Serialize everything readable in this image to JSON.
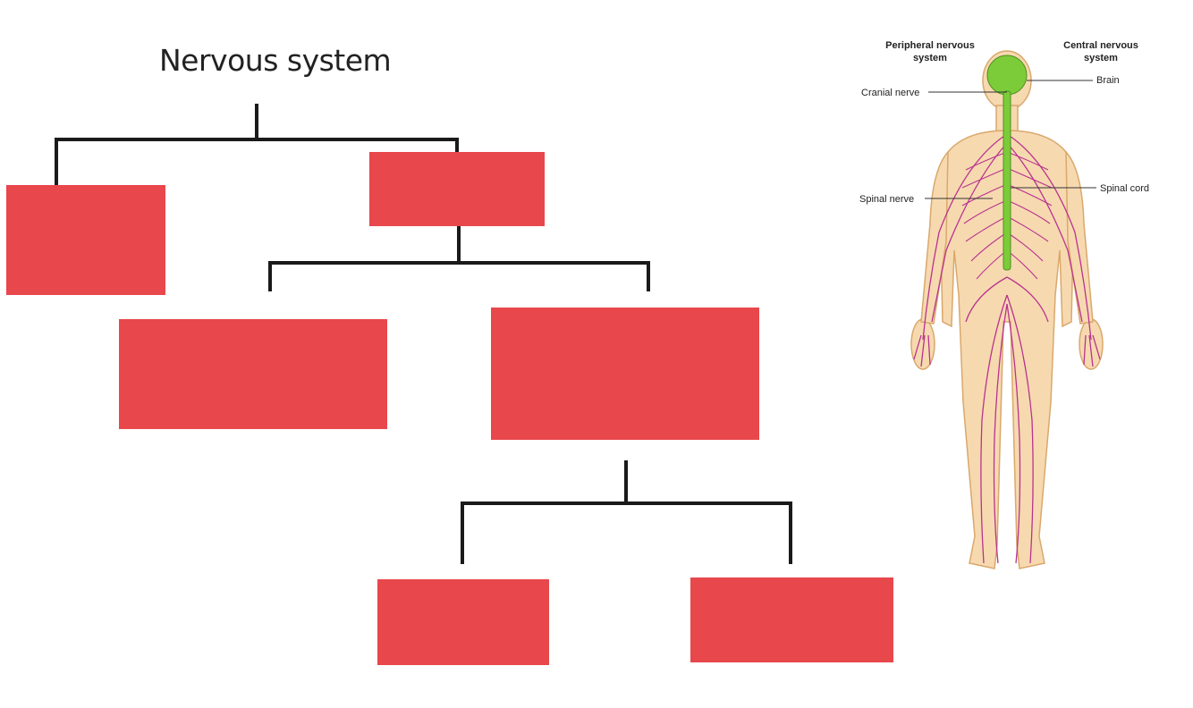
{
  "diagram": {
    "title": "Nervous system",
    "box_color": "#e8474c",
    "line_color": "#1a1a1a",
    "boxes": [
      {
        "id": "box-1",
        "label": ""
      },
      {
        "id": "box-2",
        "label": ""
      },
      {
        "id": "box-3",
        "label": ""
      },
      {
        "id": "box-4",
        "label": ""
      },
      {
        "id": "box-5",
        "label": ""
      },
      {
        "id": "box-6",
        "label": ""
      }
    ]
  },
  "figure": {
    "header_left": [
      "Peripheral nervous",
      "system"
    ],
    "header_right": [
      "Central nervous",
      "system"
    ],
    "labels": {
      "brain": "Brain",
      "cranial_nerve": "Cranial nerve",
      "spinal_nerve": "Spinal nerve",
      "spinal_cord": "Spinal cord"
    },
    "colors": {
      "skin": "#f7d9b0",
      "nerves": "#b8338e",
      "cns": "#7ccc3a"
    }
  }
}
